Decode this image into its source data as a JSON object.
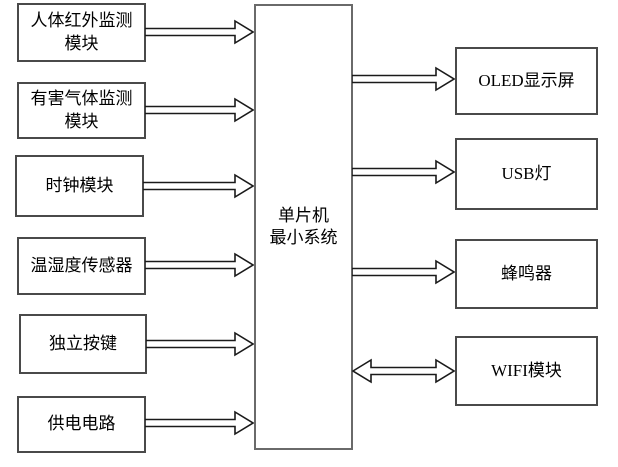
{
  "diagram": {
    "type": "block-diagram",
    "left_modules": [
      {
        "id": "pir",
        "label": "人体红外监测\n模块"
      },
      {
        "id": "gas",
        "label": "有害气体监测\n模块"
      },
      {
        "id": "clock",
        "label": "时钟模块"
      },
      {
        "id": "temp-humidity",
        "label": "温湿度传感器"
      },
      {
        "id": "key",
        "label": "独立按键"
      },
      {
        "id": "power",
        "label": "供电电路"
      }
    ],
    "center_module": {
      "id": "mcu",
      "label": "单片机\n最小系统"
    },
    "right_modules": [
      {
        "id": "oled",
        "label": "OLED显示屏"
      },
      {
        "id": "usb-light",
        "label": "USB灯"
      },
      {
        "id": "buzzer",
        "label": "蜂鸣器"
      },
      {
        "id": "wifi",
        "label": "WIFI模块"
      }
    ],
    "connections": [
      {
        "from": "人体红外监测模块",
        "to": "单片机最小系统",
        "type": "one-way"
      },
      {
        "from": "有害气体监测模块",
        "to": "单片机最小系统",
        "type": "one-way"
      },
      {
        "from": "时钟模块",
        "to": "单片机最小系统",
        "type": "one-way"
      },
      {
        "from": "温湿度传感器",
        "to": "单片机最小系统",
        "type": "one-way"
      },
      {
        "from": "独立按键",
        "to": "单片机最小系统",
        "type": "one-way"
      },
      {
        "from": "供电电路",
        "to": "单片机最小系统",
        "type": "one-way"
      },
      {
        "from": "单片机最小系统",
        "to": "OLED显示屏",
        "type": "one-way"
      },
      {
        "from": "单片机最小系统",
        "to": "USB灯",
        "type": "one-way"
      },
      {
        "from": "单片机最小系统",
        "to": "蜂鸣器",
        "type": "one-way"
      },
      {
        "from": "单片机最小系统",
        "to": "WIFI模块",
        "type": "two-way"
      }
    ]
  },
  "colors": {
    "background": "#ffffff",
    "text": "#000000",
    "border": "#4a4a4a",
    "arrow_stroke": "#1a1a1a",
    "arrow_fill": "#ffffff"
  }
}
